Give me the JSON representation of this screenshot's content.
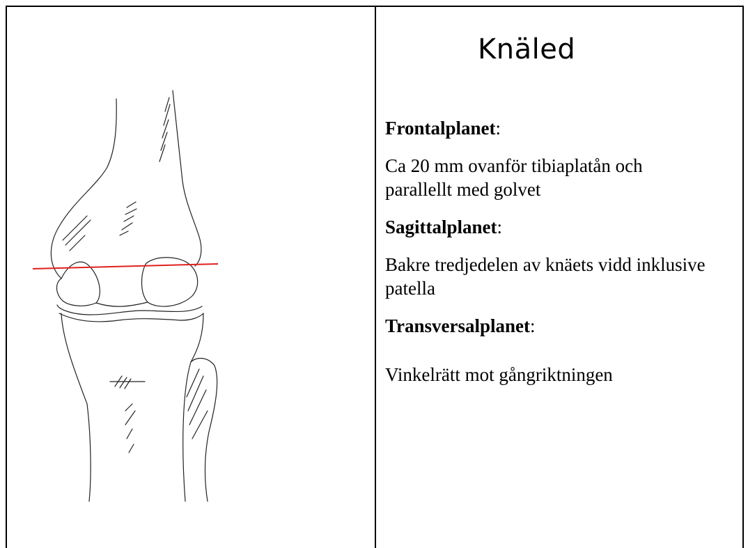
{
  "title": "Knäled",
  "sections": [
    {
      "heading": "Frontalplanet",
      "colon": ":",
      "text": "Ca 20 mm ovanför tibiaplatån och parallellt med golvet"
    },
    {
      "heading": "Sagittalplanet",
      "colon": ":",
      "text": "Bakre tredjedelen av knäets vidd inklusive patella"
    },
    {
      "heading": "Transversalplanet",
      "colon": ":",
      "text": "Vinkelrätt mot gångriktningen"
    }
  ],
  "colors": {
    "line": "#000000",
    "marker": "#e0201e"
  },
  "illustration": {
    "icon": "knee-joint-anterior-drawing"
  }
}
